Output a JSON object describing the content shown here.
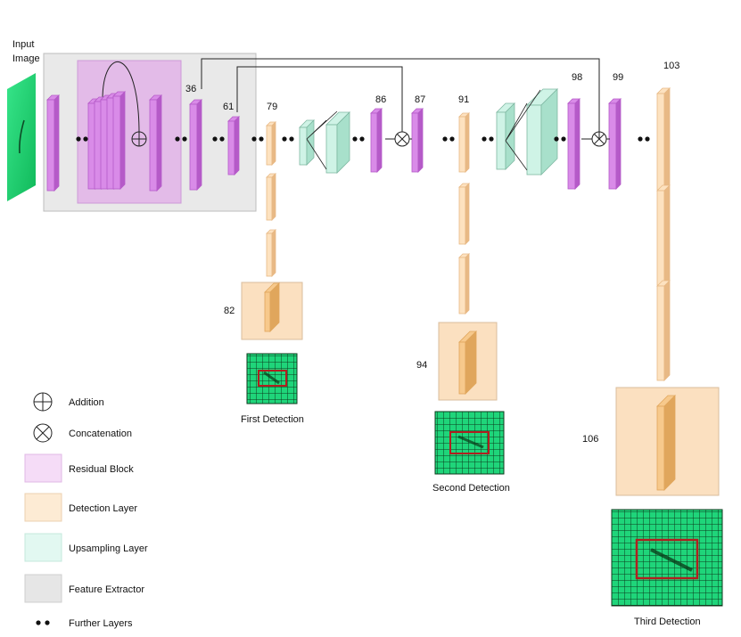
{
  "input": {
    "line1": "Input",
    "line2": "Image"
  },
  "layer_numbers": {
    "n36": "36",
    "n61": "61",
    "n79": "79",
    "n82": "82",
    "n86": "86",
    "n87": "87",
    "n91": "91",
    "n94": "94",
    "n98": "98",
    "n99": "99",
    "n103": "103",
    "n106": "106"
  },
  "detections": {
    "first": "First Detection",
    "second": "Second Detection",
    "third": "Third Detection"
  },
  "legend": {
    "addition": "Addition",
    "concatenation": "Concatenation",
    "residual_block": "Residual Block",
    "detection_layer": "Detection Layer",
    "upsampling_layer": "Upsampling Layer",
    "feature_extractor": "Feature Extractor",
    "further_layers": "Further Layers"
  },
  "colors": {
    "residual": "#d98be8",
    "residual_side": "#b55ac8",
    "residual_block_bg": "#e2b3e8",
    "detection": "#fde2c0",
    "detection_side": "#e8b985",
    "detection_bg": "#fbe0c0",
    "upsampling": "#cff3e6",
    "feature_extractor_bg": "#e9e9e9",
    "grid_green": "#1fd57a",
    "box_red": "#b02020"
  }
}
